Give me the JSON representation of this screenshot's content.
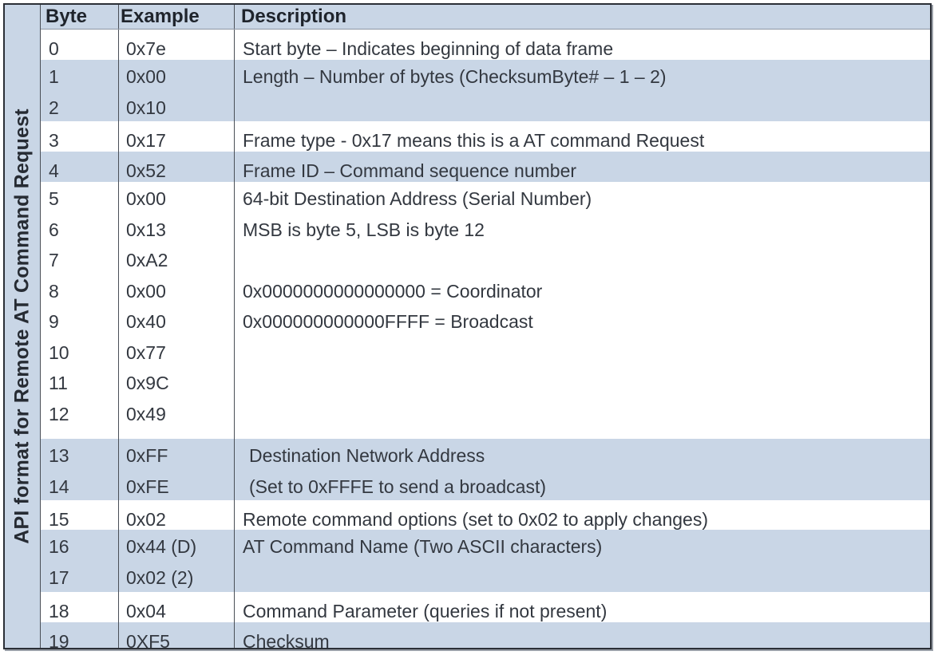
{
  "side_label": "API format for Remote AT Command Request",
  "headers": {
    "byte": "Byte",
    "example": "Example",
    "description": "Description"
  },
  "colors": {
    "band_blue": "#c9d6e6",
    "band_white": "#ffffff",
    "border": "#2b2f36",
    "text": "#333840"
  },
  "groups": [
    {
      "band": "white",
      "bytes": [
        "0"
      ],
      "examples": [
        "0x7e"
      ],
      "description": [
        "Start byte – Indicates beginning of data frame"
      ]
    },
    {
      "band": "blue",
      "bytes": [
        "1",
        "2"
      ],
      "examples": [
        "0x00",
        "0x10"
      ],
      "description": [
        "Length – Number of bytes (ChecksumByte# – 1 – 2)"
      ]
    },
    {
      "band": "white",
      "bytes": [
        "3"
      ],
      "examples": [
        "0x17"
      ],
      "description": [
        "Frame type - 0x17 means this is a AT command Request"
      ]
    },
    {
      "band": "blue",
      "bytes": [
        "4"
      ],
      "examples": [
        "0x52"
      ],
      "description": [
        "Frame ID – Command sequence number"
      ]
    },
    {
      "band": "white",
      "bytes": [
        "5",
        "6",
        "7",
        "8",
        "9",
        "10",
        "11",
        "12"
      ],
      "examples": [
        "0x00",
        "0x13",
        "0xA2",
        "0x00",
        "0x40",
        "0x77",
        "0x9C",
        "0x49"
      ],
      "description": [
        "64-bit Destination Address (Serial Number)",
        "MSB is byte 5, LSB is byte 12",
        "",
        "0x0000000000000000 = Coordinator",
        "0x000000000000FFFF = Broadcast"
      ]
    },
    {
      "band": "blue",
      "bytes": [
        "13",
        "14"
      ],
      "examples": [
        "0xFF",
        "0xFE"
      ],
      "description": [
        "Destination Network Address",
        "(Set to 0xFFFE to send a broadcast)"
      ]
    },
    {
      "band": "white",
      "bytes": [
        "15"
      ],
      "examples": [
        "0x02"
      ],
      "description": [
        "Remote command options (set to 0x02 to apply changes)"
      ]
    },
    {
      "band": "blue",
      "bytes": [
        "16",
        "17"
      ],
      "examples": [
        "0x44 (D)",
        "0x02 (2)"
      ],
      "description": [
        "AT Command Name (Two ASCII characters)"
      ]
    },
    {
      "band": "white",
      "bytes": [
        "18"
      ],
      "examples": [
        "0x04"
      ],
      "description": [
        "Command Parameter (queries if not present)"
      ]
    },
    {
      "band": "blue",
      "bytes": [
        "19"
      ],
      "examples": [
        "0XF5"
      ],
      "description": [
        "Checksum"
      ]
    }
  ]
}
